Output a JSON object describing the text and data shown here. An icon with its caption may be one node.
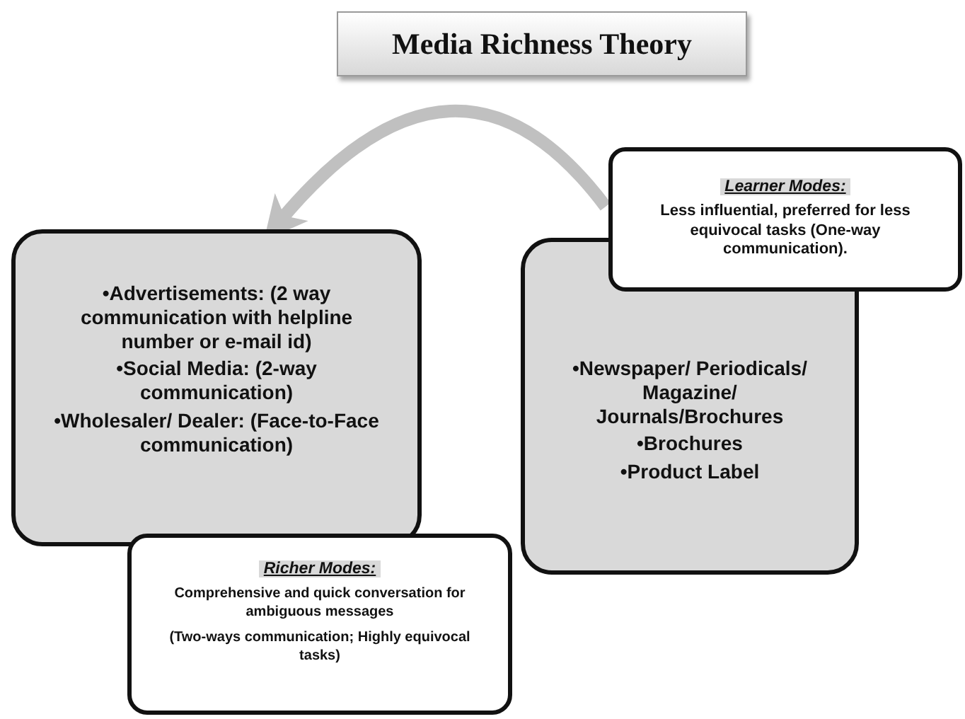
{
  "diagram": {
    "title": "Media Richness Theory",
    "nodes": [
      {
        "text": [
          "•Advertisements: (2 way communication with helpline number or e-mail id)",
          "•Social Media: (2-way communication)",
          "•Wholesaler/ Dealer: (Face-to-Face communication)"
        ]
      },
      {
        "text": [
          "Richer Modes:",
          "Comprehensive and quick conversation for ambiguous messages",
          "(Two-ways communication; Highly equivocal tasks)"
        ]
      },
      {
        "text": [
          "•Newspaper/ Periodicals/ Magazine/ Journals/Brochures",
          "•Brochures",
          "•Product Label"
        ]
      },
      {
        "text": [
          "Learner Modes:",
          "Less influential, preferred for less equivocal tasks (One-way communication)."
        ]
      }
    ],
    "edges": [
      {
        "from": 3,
        "to": 0,
        "arrow": "to",
        "color": "#c0c0c0"
      }
    ]
  }
}
